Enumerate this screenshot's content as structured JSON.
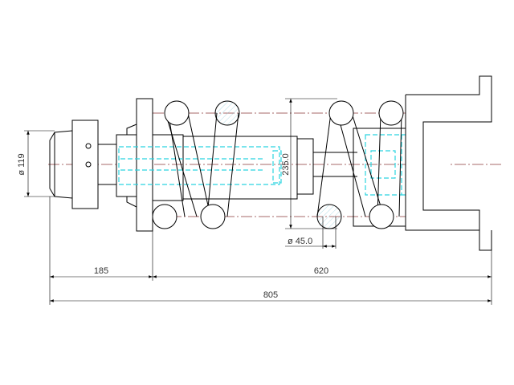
{
  "drawing": {
    "title": "Coil spring shaft assembly",
    "dimensions": {
      "nose_diameter": "ø 119",
      "spring_outer_height": "235.0",
      "wire_diameter": "ø 45.0",
      "left_length": "185",
      "right_length": "620",
      "overall_length": "805"
    }
  }
}
